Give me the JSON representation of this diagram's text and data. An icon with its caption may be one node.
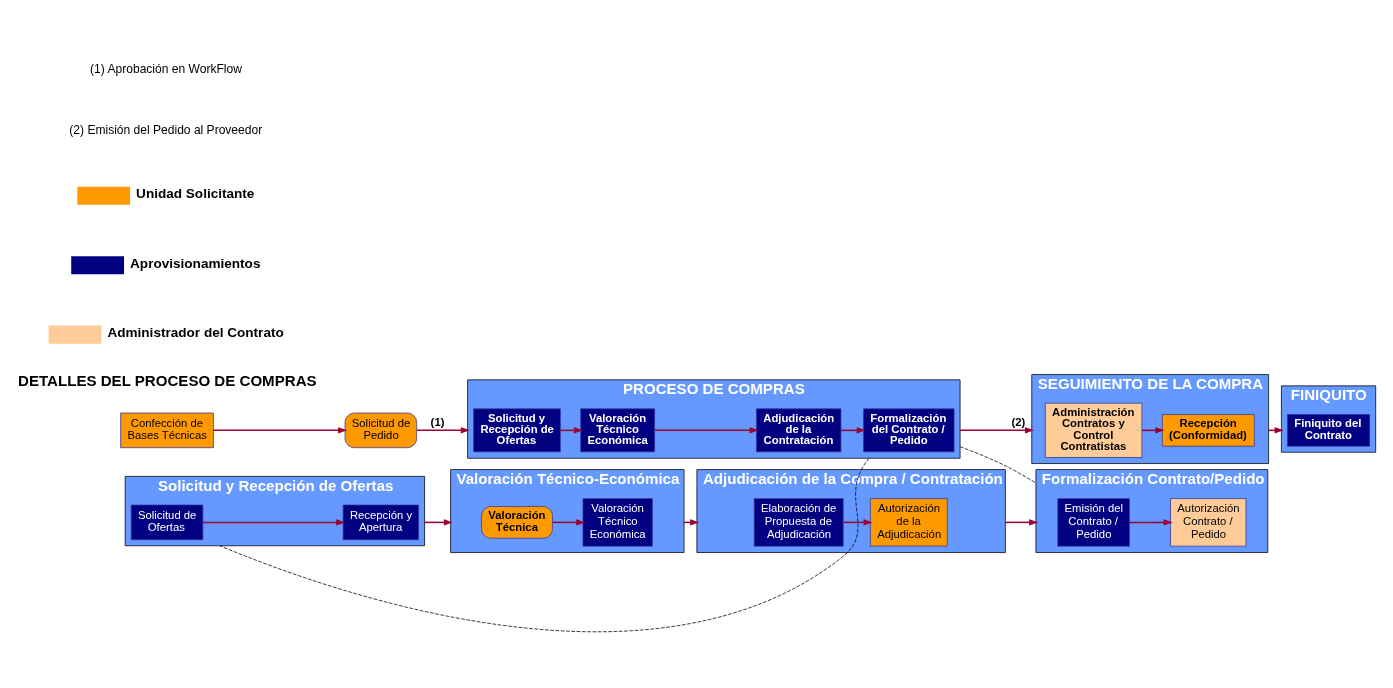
{
  "diagram": {
    "nodes": [
      {
        "text": [
          "Confección de Bases Técnicas"
        ]
      },
      {
        "text": [
          "Solicitud de Pedido"
        ]
      },
      {
        "text": [
          "PROCESO DE COMPRAS"
        ]
      },
      {
        "text": [
          "Solicitud y Recepción de Ofertas"
        ],
        "in": 2
      },
      {
        "text": [
          "Valoración Técnico Económica"
        ],
        "in": 2
      },
      {
        "text": [
          "Adjudicación de la Contratación"
        ],
        "in": 2
      },
      {
        "text": [
          "Formalización del Contrato / Pedido"
        ],
        "in": 2
      },
      {
        "text": [
          "SEGUIMIENTO DE LA COMPRA"
        ]
      },
      {
        "text": [
          "Administración Contratos y Control Contratistas"
        ],
        "in": 7
      },
      {
        "text": [
          "Recepción (Conformidad)"
        ],
        "in": 7
      },
      {
        "text": [
          "FINIQUITO"
        ]
      },
      {
        "text": [
          "Finiquito del Contrato"
        ],
        "in": 10
      },
      {
        "text": [
          "Solicitud y Recepción de Ofertas"
        ]
      },
      {
        "text": [
          "Solicitud de Ofertas"
        ],
        "in": 12
      },
      {
        "text": [
          "Recepción y Apertura"
        ],
        "in": 12
      },
      {
        "text": [
          "Valoración Técnico-Económica"
        ]
      },
      {
        "text": [
          "Valoración Técnica"
        ],
        "in": 15
      },
      {
        "text": [
          "Valoración Técnico Económica"
        ],
        "in": 15
      },
      {
        "text": [
          "Adjudicación de la Compra / Contratación"
        ]
      },
      {
        "text": [
          "Elaboración de Propuesta de Adjudicación"
        ],
        "in": 18
      },
      {
        "text": [
          "Autorización de la Adjudicación"
        ],
        "in": 18
      },
      {
        "text": [
          "Formalización Contrato/Pedido"
        ]
      },
      {
        "text": [
          "Emisión del Contrato / Pedido"
        ],
        "in": 21
      },
      {
        "text": [
          "Autorización Contrato / Pedido"
        ],
        "in": 21
      }
    ],
    "edges": [
      {
        "from": 0,
        "to": 1,
        "arrow": "to"
      },
      {
        "from": 1,
        "to": 2,
        "arrow": "to",
        "label": "(1)"
      },
      {
        "from": 3,
        "to": 4,
        "arrow": "to"
      },
      {
        "from": 4,
        "to": 5,
        "arrow": "to"
      },
      {
        "from": 5,
        "to": 6,
        "arrow": "to"
      },
      {
        "from": 2,
        "to": 7,
        "arrow": "to",
        "label": "(2)"
      },
      {
        "from": 8,
        "to": 9,
        "arrow": "to"
      },
      {
        "from": 7,
        "to": 10,
        "arrow": "to"
      },
      {
        "from": 2,
        "to": 12,
        "arrow": "none",
        "style": "dashed",
        "color": "#000000"
      },
      {
        "from": 2,
        "to": 21,
        "arrow": "none",
        "style": "dashed",
        "color": "#000000"
      },
      {
        "from": 13,
        "to": 14,
        "arrow": "to"
      },
      {
        "from": 12,
        "to": 15,
        "arrow": "to"
      },
      {
        "from": 16,
        "to": 17,
        "arrow": "to"
      },
      {
        "from": 15,
        "to": 18,
        "arrow": "to"
      },
      {
        "from": 19,
        "to": 20,
        "arrow": "to"
      },
      {
        "from": 18,
        "to": 21,
        "arrow": "to"
      },
      {
        "from": 22,
        "to": 23,
        "arrow": "to"
      }
    ],
    "labels": [
      "DETALLES DEL PROCESO DE COMPRAS",
      "(1) Aprobación en WorkFlow",
      "(2) Emisión del Pedido al Proveedor"
    ],
    "legend": [
      {
        "text": "Unidad Solicitante",
        "color": "#ff9900"
      },
      {
        "text": "Aprovisionamientos",
        "color": "#000080"
      },
      {
        "text": "Administrador del Contrato",
        "color": "#ffcc99"
      }
    ]
  }
}
